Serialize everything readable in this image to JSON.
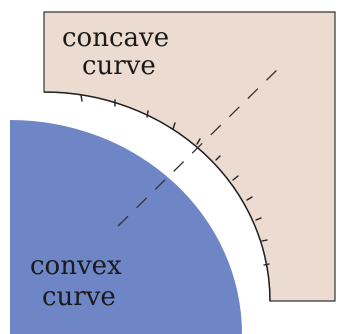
{
  "labels": {
    "concave_line1": "concave",
    "concave_line2": "curve",
    "convex_line1": "convex",
    "convex_line2": "curve"
  },
  "colors": {
    "concave_fill": "#ecdbd0",
    "convex_fill": "#6f86c6",
    "outline": "#222222",
    "background": "#ffffff"
  }
}
